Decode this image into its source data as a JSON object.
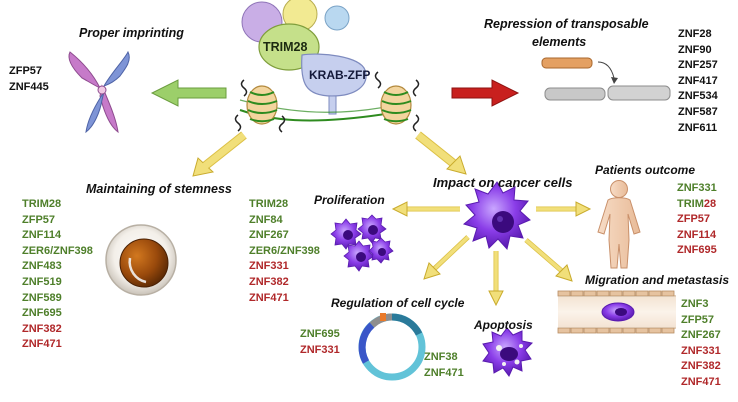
{
  "colors": {
    "green_gene": "#4e7f2a",
    "red_gene": "#b0282a",
    "arrow_green": "#9ccf6a",
    "arrow_red": "#c8201e",
    "arrow_yellow": "#f1df7a",
    "trim28": "#c5e08a",
    "krab_zfp": "#c6cfee",
    "cancer_cell": "#8a3de8"
  },
  "complex": {
    "trim28_label": "TRIM28",
    "krab_label": "KRAB-ZFP"
  },
  "imprinting": {
    "title": "Proper imprinting",
    "genes": [
      {
        "name": "ZFP57",
        "color": "black"
      },
      {
        "name": "ZNF445",
        "color": "black"
      }
    ]
  },
  "transposable": {
    "title_line1": "Repression of transposable",
    "title_line2": "elements",
    "genes": [
      {
        "name": "ZNF28",
        "color": "black"
      },
      {
        "name": "ZNF90",
        "color": "black"
      },
      {
        "name": "ZNF257",
        "color": "black"
      },
      {
        "name": "ZNF417",
        "color": "black"
      },
      {
        "name": "ZNF534",
        "color": "black"
      },
      {
        "name": "ZNF587",
        "color": "black"
      },
      {
        "name": "ZNF611",
        "color": "black"
      }
    ]
  },
  "stemness": {
    "title": "Maintaining of stemness",
    "genes": [
      {
        "name": "TRIM28",
        "color": "green"
      },
      {
        "name": "ZFP57",
        "color": "green"
      },
      {
        "name": "ZNF114",
        "color": "green"
      },
      {
        "name": "ZER6/ZNF398",
        "color": "green"
      },
      {
        "name": "ZNF483",
        "color": "green"
      },
      {
        "name": "ZNF519",
        "color": "green"
      },
      {
        "name": "ZNF589",
        "color": "green"
      },
      {
        "name": "ZNF695",
        "color": "green"
      },
      {
        "name": "ZNF382",
        "color": "red"
      },
      {
        "name": "ZNF471",
        "color": "red"
      }
    ]
  },
  "cancer": {
    "title": "Impact on cancer cells"
  },
  "proliferation": {
    "title": "Proliferation",
    "genes": [
      {
        "name": "TRIM28",
        "color": "green"
      },
      {
        "name": "ZNF84",
        "color": "green"
      },
      {
        "name": "ZNF267",
        "color": "green"
      },
      {
        "name": "ZER6/ZNF398",
        "color": "green"
      },
      {
        "name": "ZNF331",
        "color": "red"
      },
      {
        "name": "ZNF382",
        "color": "red"
      },
      {
        "name": "ZNF471",
        "color": "red"
      }
    ]
  },
  "patients": {
    "title": "Patients outcome",
    "gene1": "ZNF331",
    "gene2_part1": "TRIM",
    "gene2_part2": "28",
    "gene3": "ZFP57",
    "gene4": "ZNF114",
    "gene5": "ZNF695"
  },
  "cell_cycle": {
    "title": "Regulation of cell cycle",
    "genes_left": [
      {
        "name": "ZNF695",
        "color": "green"
      },
      {
        "name": "ZNF331",
        "color": "red"
      }
    ],
    "genes_right": [
      {
        "name": "ZNF38",
        "color": "green"
      },
      {
        "name": "ZNF471",
        "color": "green"
      }
    ]
  },
  "apoptosis": {
    "title": "Apoptosis"
  },
  "migration": {
    "title": "Migration and metastasis",
    "genes": [
      {
        "name": "ZNF3",
        "color": "green"
      },
      {
        "name": "ZFP57",
        "color": "green"
      },
      {
        "name": "ZNF267",
        "color": "green"
      },
      {
        "name": "ZNF331",
        "color": "red"
      },
      {
        "name": "ZNF382",
        "color": "red"
      },
      {
        "name": "ZNF471",
        "color": "red"
      }
    ]
  }
}
